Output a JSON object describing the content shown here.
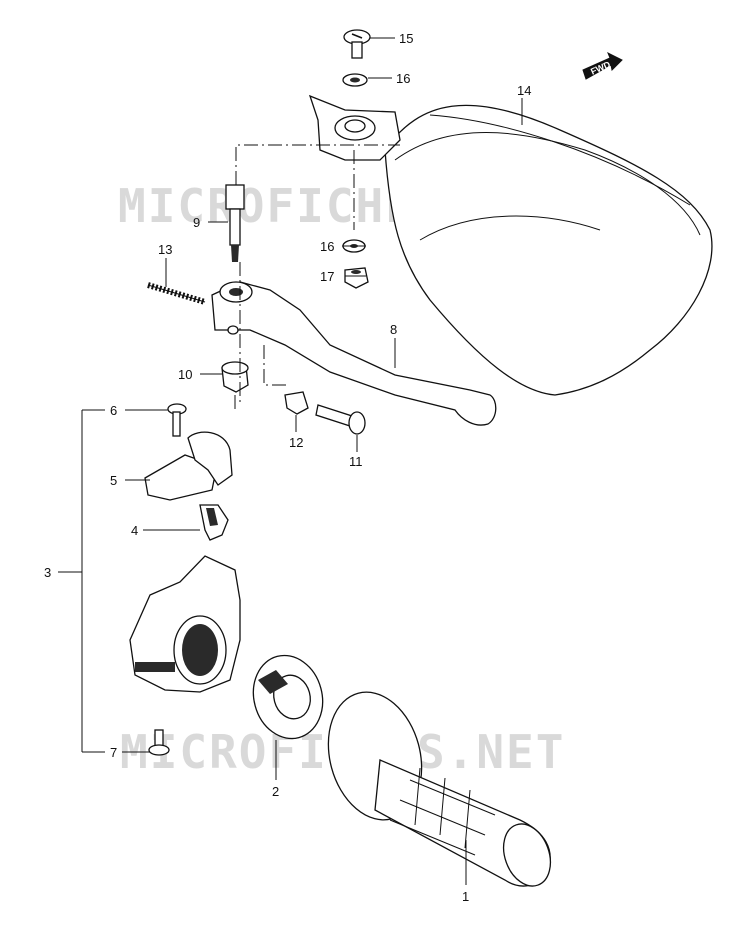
{
  "watermarks": [
    "MICROFICHES.NET",
    "MICROFICHES.NET"
  ],
  "fwd_badge": "FWD",
  "callouts": {
    "c1": "1",
    "c2": "2",
    "c3": "3",
    "c4": "4",
    "c5": "5",
    "c6": "6",
    "c7": "7",
    "c8": "8",
    "c9": "9",
    "c10": "10",
    "c11": "11",
    "c12": "12",
    "c13": "13",
    "c14": "14",
    "c15": "15",
    "c16a": "16",
    "c16b": "16",
    "c17": "17"
  }
}
